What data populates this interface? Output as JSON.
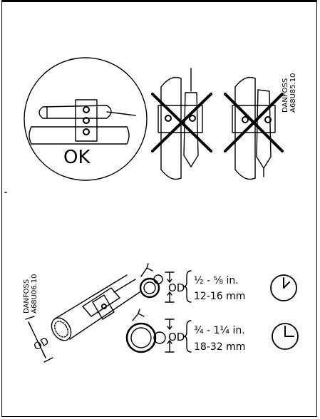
{
  "diagram_top": {
    "ok_label": "OK",
    "code_line1": "DANFOSS",
    "code_line2": "A68U85.10"
  },
  "diagram_bottom": {
    "code_line1": "DANFOSS",
    "code_line2": "A68U06.10",
    "od_label": "OD",
    "size_small": {
      "od_label": "OD",
      "inch_range": "½ - ⅝ in.",
      "mm_range": "12-16 mm"
    },
    "size_large": {
      "od_label": "OD",
      "inch_range": "¾ - 1¼ in.",
      "mm_range": "18-32 mm"
    }
  }
}
